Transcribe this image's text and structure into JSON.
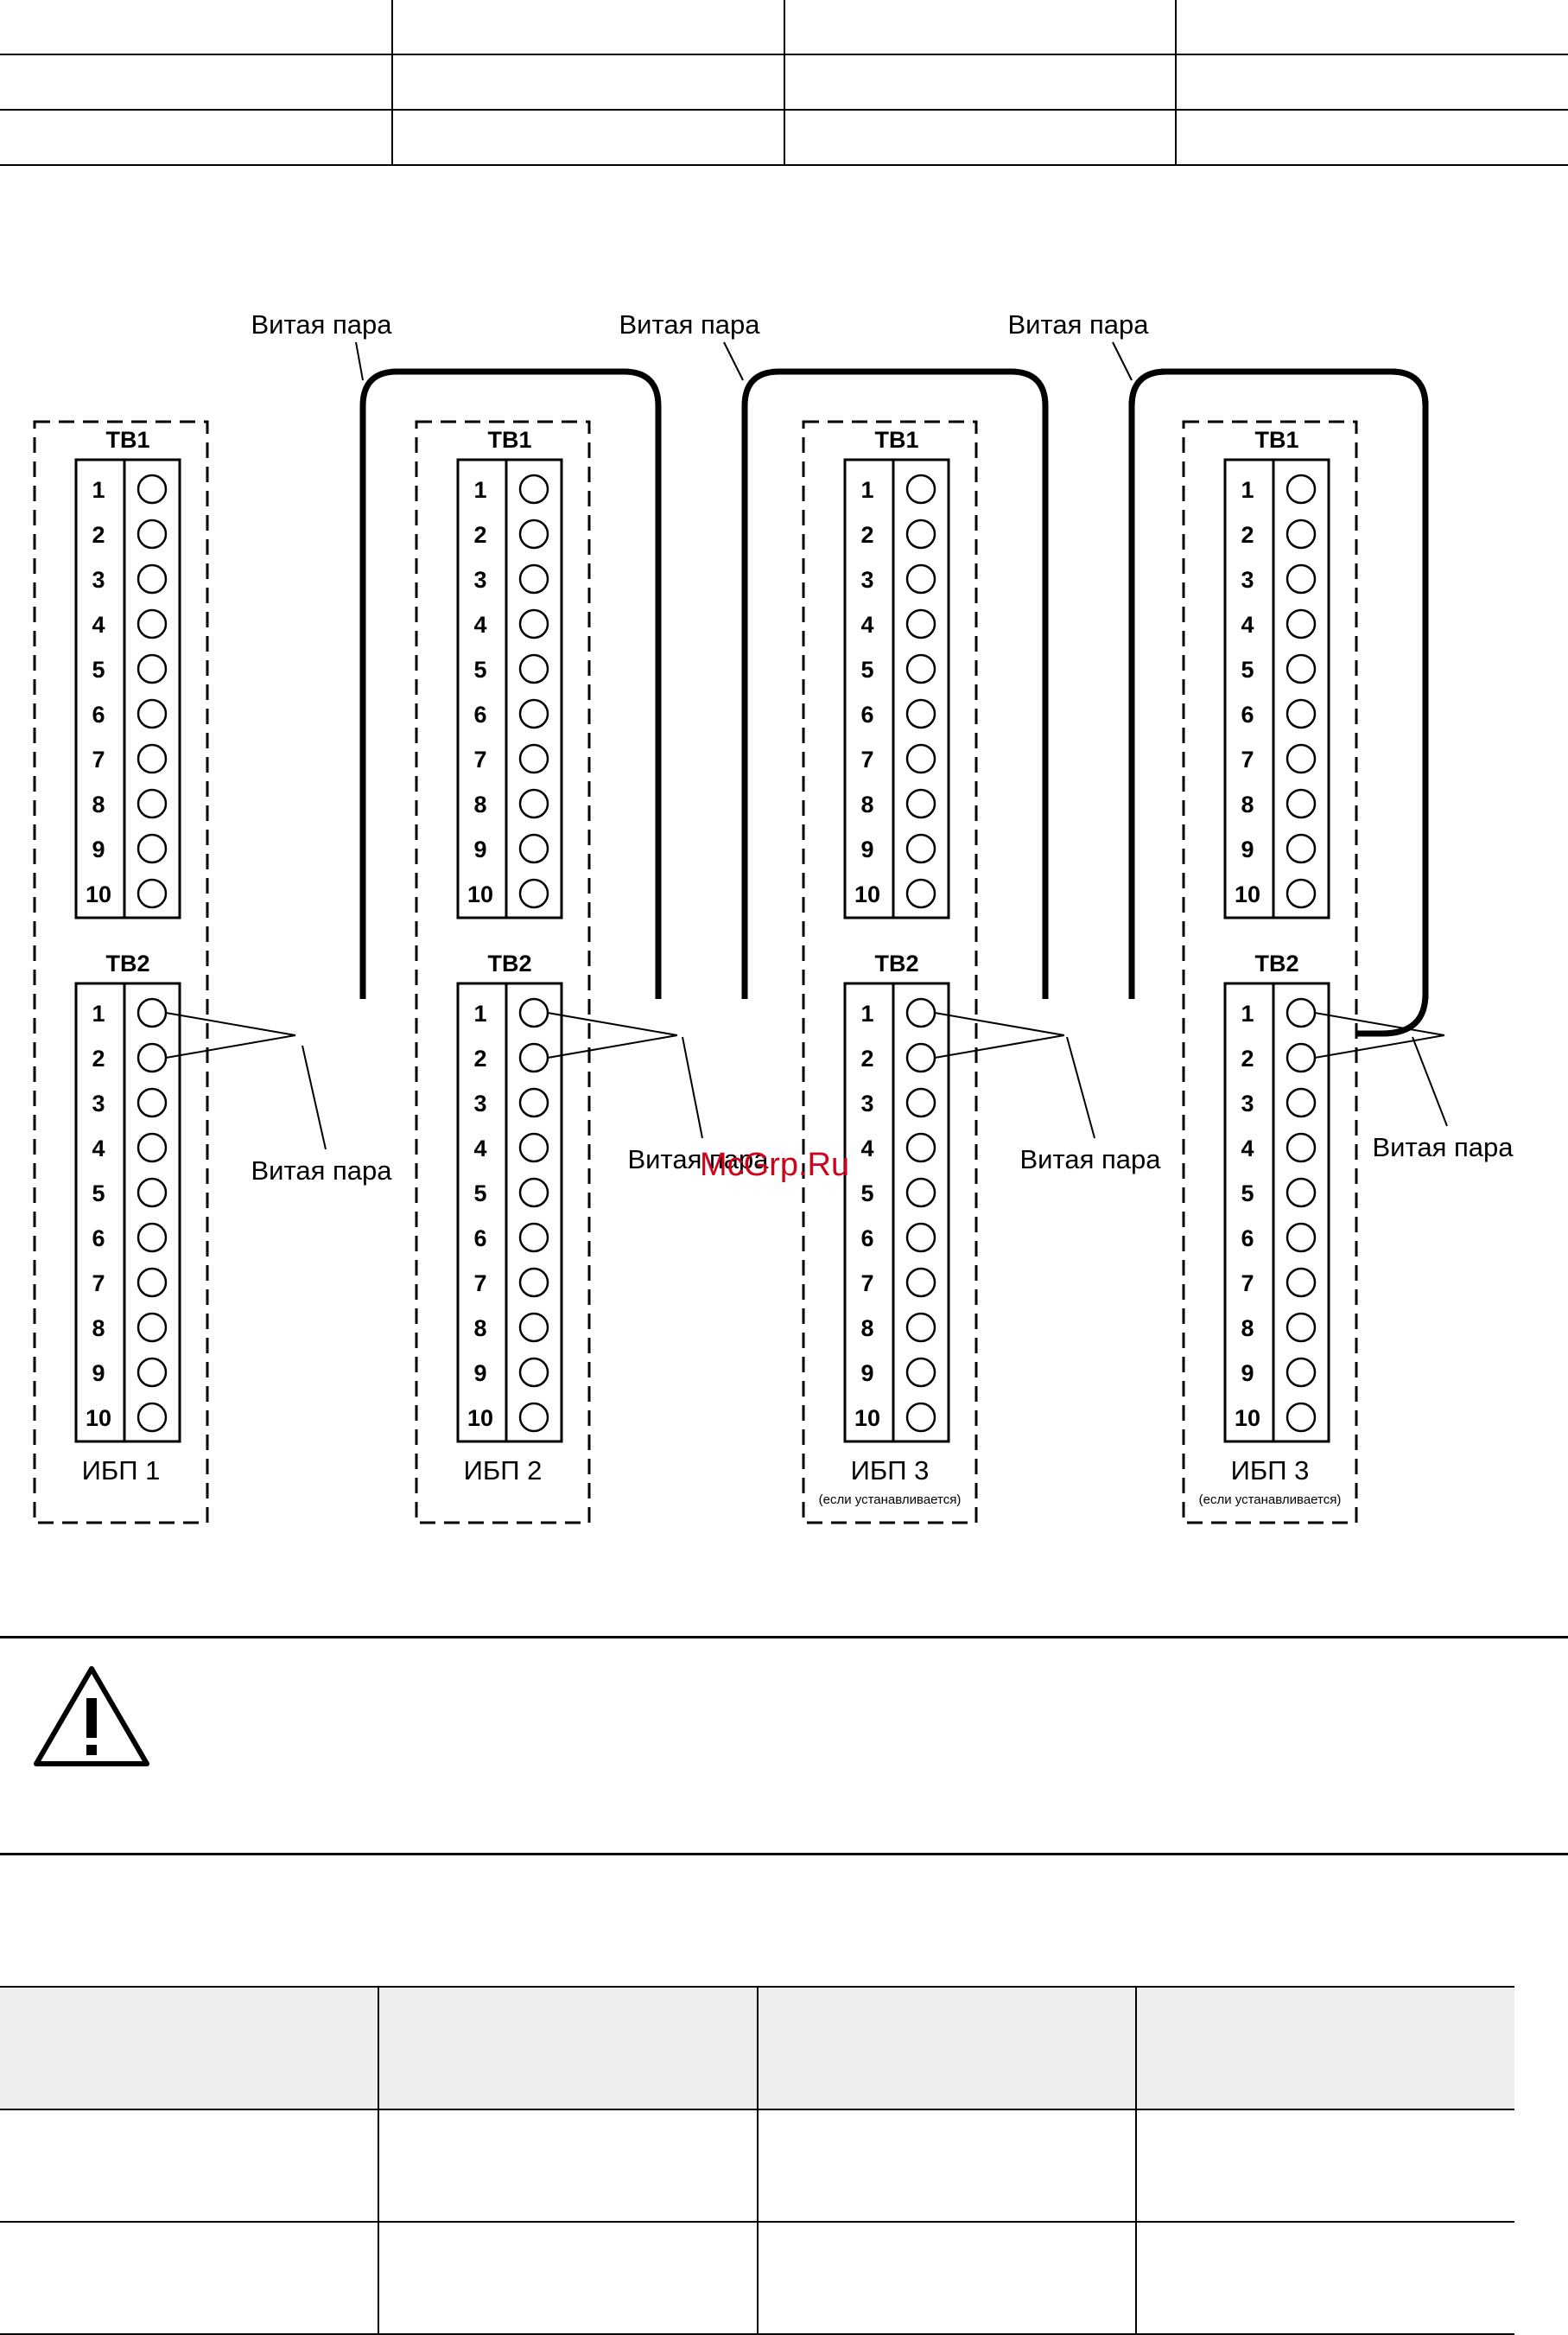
{
  "diagram": {
    "cable_label": "Витая пара",
    "units": [
      {
        "tb1": "TB1",
        "tb2": "TB2",
        "name": "ИБП 1",
        "note": ""
      },
      {
        "tb1": "TB1",
        "tb2": "TB2",
        "name": "ИБП 2",
        "note": ""
      },
      {
        "tb1": "TB1",
        "tb2": "TB2",
        "name": "ИБП 3",
        "note": "(если устанавливается)"
      },
      {
        "tb1": "TB1",
        "tb2": "TB2",
        "name": "ИБП 3",
        "note": "(если устанавливается)"
      }
    ],
    "terminal_numbers": [
      "1",
      "2",
      "3",
      "4",
      "5",
      "6",
      "7",
      "8",
      "9",
      "10"
    ]
  },
  "watermark": "McGrp.Ru",
  "warning": {
    "icon": "warning-triangle-icon"
  }
}
